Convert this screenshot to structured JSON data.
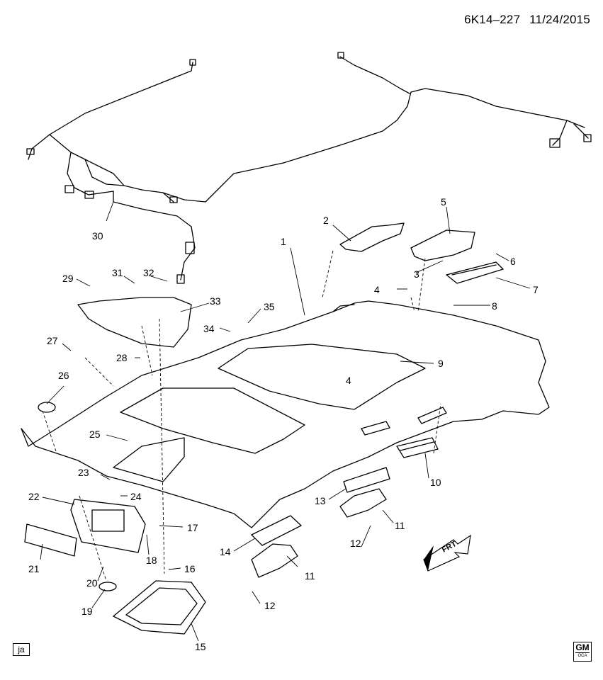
{
  "header": {
    "diagram_id": "6K14–227",
    "date": "11/24/2015"
  },
  "footer": {
    "ja_label": "ja",
    "logo_text": "GM",
    "logo_sub": "OCA"
  },
  "front_indicator": "FRT",
  "callouts": [
    {
      "id": "c1",
      "label": "1"
    },
    {
      "id": "c2",
      "label": "2"
    },
    {
      "id": "c3",
      "label": "3"
    },
    {
      "id": "c4a",
      "label": "4"
    },
    {
      "id": "c4b",
      "label": "4"
    },
    {
      "id": "c5",
      "label": "5"
    },
    {
      "id": "c6",
      "label": "6"
    },
    {
      "id": "c7",
      "label": "7"
    },
    {
      "id": "c8",
      "label": "8"
    },
    {
      "id": "c9",
      "label": "9"
    },
    {
      "id": "c10",
      "label": "10"
    },
    {
      "id": "c11a",
      "label": "11"
    },
    {
      "id": "c11b",
      "label": "11"
    },
    {
      "id": "c12a",
      "label": "12"
    },
    {
      "id": "c12b",
      "label": "12"
    },
    {
      "id": "c13",
      "label": "13"
    },
    {
      "id": "c14",
      "label": "14"
    },
    {
      "id": "c15",
      "label": "15"
    },
    {
      "id": "c16",
      "label": "16"
    },
    {
      "id": "c17",
      "label": "17"
    },
    {
      "id": "c18",
      "label": "18"
    },
    {
      "id": "c19",
      "label": "19"
    },
    {
      "id": "c20",
      "label": "20"
    },
    {
      "id": "c21",
      "label": "21"
    },
    {
      "id": "c22",
      "label": "22"
    },
    {
      "id": "c23",
      "label": "23"
    },
    {
      "id": "c24",
      "label": "24"
    },
    {
      "id": "c25",
      "label": "25"
    },
    {
      "id": "c26",
      "label": "26"
    },
    {
      "id": "c27",
      "label": "27"
    },
    {
      "id": "c28",
      "label": "28"
    },
    {
      "id": "c29",
      "label": "29"
    },
    {
      "id": "c30",
      "label": "30"
    },
    {
      "id": "c31",
      "label": "31"
    },
    {
      "id": "c32",
      "label": "32"
    },
    {
      "id": "c33",
      "label": "33"
    },
    {
      "id": "c34",
      "label": "34"
    },
    {
      "id": "c35",
      "label": "35"
    }
  ]
}
